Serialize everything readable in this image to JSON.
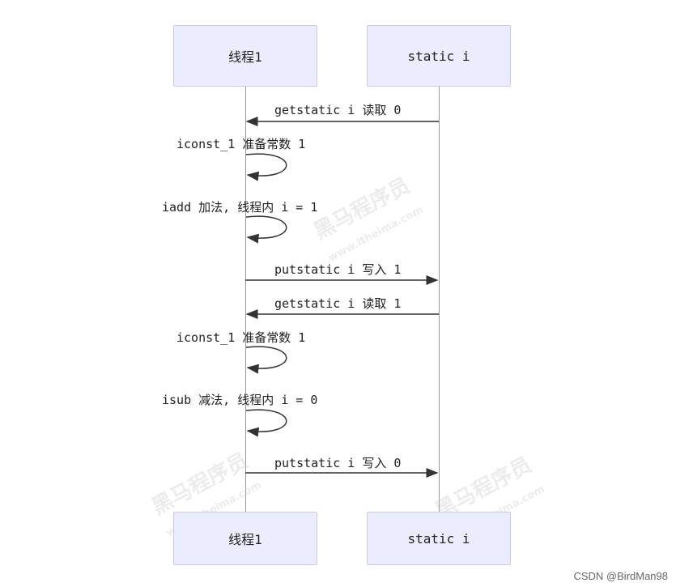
{
  "participants": {
    "thread_label": "线程1",
    "static_label": "static i"
  },
  "messages": [
    {
      "label": "getstatic i 读取 0",
      "kind": "arrow",
      "dir": "left"
    },
    {
      "label": "iconst_1 准备常数 1",
      "kind": "self"
    },
    {
      "label": "iadd 加法, 线程内 i = 1",
      "kind": "self"
    },
    {
      "label": "putstatic i 写入 1",
      "kind": "arrow",
      "dir": "right"
    },
    {
      "label": "getstatic i 读取 1",
      "kind": "arrow",
      "dir": "left"
    },
    {
      "label": "iconst_1 准备常数 1",
      "kind": "self"
    },
    {
      "label": "isub 减法, 线程内 i = 0",
      "kind": "self"
    },
    {
      "label": "putstatic i 写入 0",
      "kind": "arrow",
      "dir": "right"
    }
  ],
  "watermark": {
    "text": "黑马程序员",
    "subtext": "www.itheima.com"
  },
  "credit": "CSDN @BirdMan98"
}
